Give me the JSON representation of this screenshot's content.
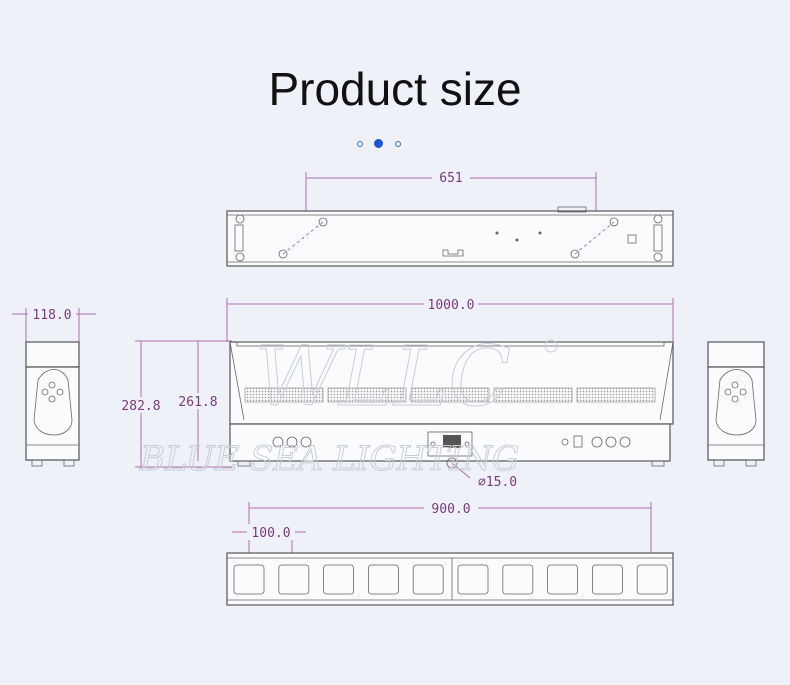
{
  "title": "Product size",
  "pagination": {
    "count": 3,
    "active": 1
  },
  "dimensions": {
    "top_mount_spacing": "651",
    "total_length": "1000.0",
    "side_width": "118.0",
    "overall_height": "282.8",
    "body_height": "261.8",
    "hole_diameter": "⌀15.0",
    "lens_span": "900.0",
    "lens_pitch": "100.0"
  },
  "watermark": {
    "logo_text": "WLLC",
    "company_text": "BLUE SEA LIGHTING"
  },
  "colors": {
    "dimension": "#7a3a7a",
    "accent": "#1a55d6",
    "outline": "#555555"
  }
}
